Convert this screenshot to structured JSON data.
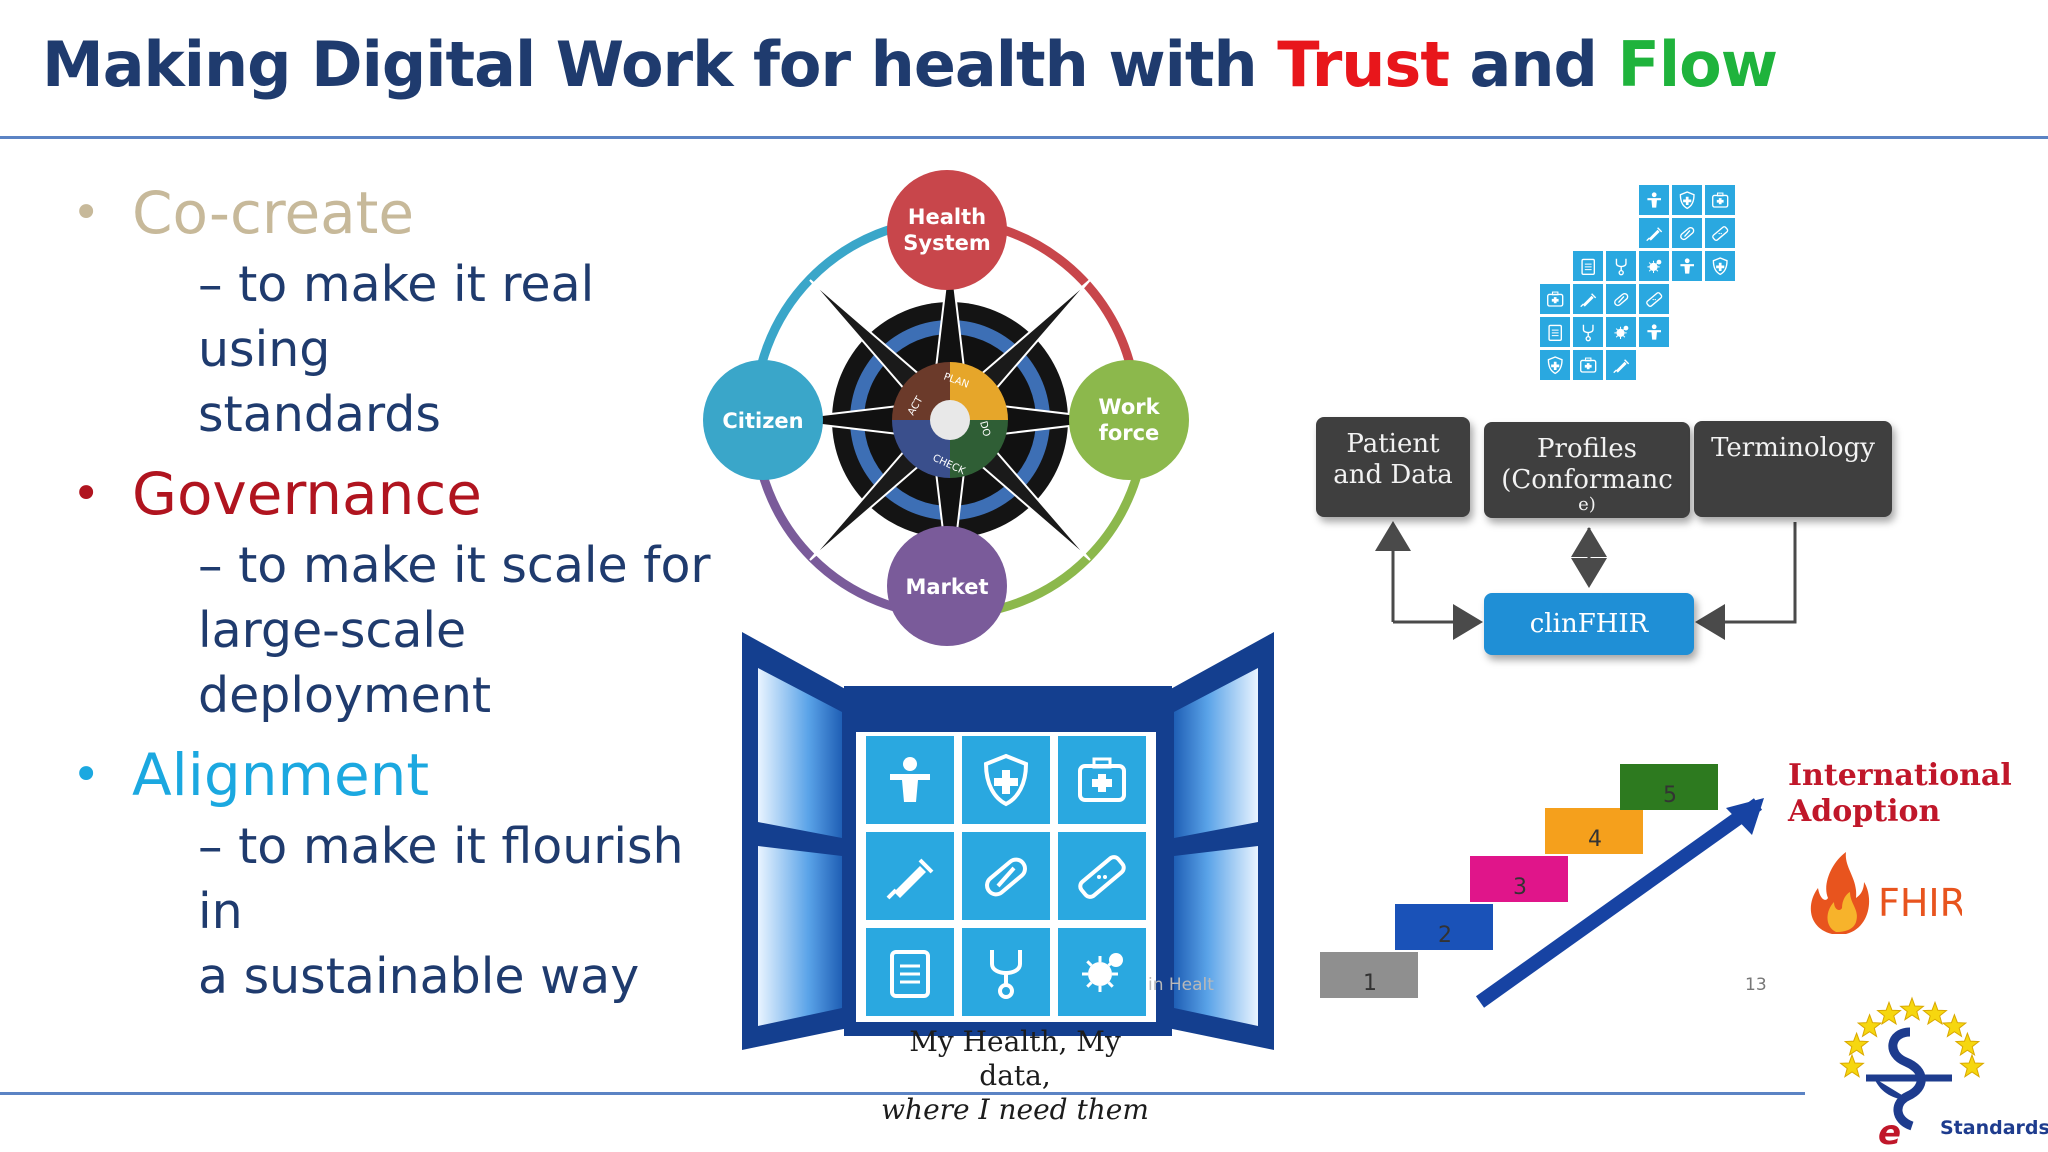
{
  "title": {
    "part1": "Making Digital Work for health with ",
    "trust": "Trust",
    "and": " and ",
    "flow": "Flow"
  },
  "bullets": [
    {
      "heading": "Co-create",
      "lines": [
        "– to make it real using",
        "standards"
      ]
    },
    {
      "heading": "Governance",
      "lines": [
        "– to make it scale for",
        "large-scale",
        "deployment"
      ]
    },
    {
      "heading": "Alignment",
      "lines": [
        "– to make it flourish in",
        "a sustainable way"
      ]
    }
  ],
  "compass": {
    "nodes": {
      "health_system": [
        "Health",
        "System"
      ],
      "citizen": "Citizen",
      "workforce": [
        "Work",
        "force"
      ],
      "market": "Market"
    },
    "pdca": {
      "plan": "PLAN",
      "do": "DO",
      "check": "CHECK",
      "act": "ACT"
    },
    "colors": {
      "health_system": "#c8464b",
      "citizen": "#3aa6c9",
      "workforce": "#8cb84c",
      "market": "#7a5b9a"
    }
  },
  "window_caption": {
    "line1": "My Health, My data,",
    "line2": "where I need them"
  },
  "faint_text": "in Healt",
  "flow": {
    "patient": [
      "Patient",
      "and Data"
    ],
    "profiles": [
      "Profiles",
      "(Conformanc",
      "e)"
    ],
    "terminology": "Terminology",
    "clinfhir": "clinFHIR"
  },
  "steps": {
    "labels": [
      "1",
      "2",
      "3",
      "4",
      "5"
    ],
    "colors": [
      "#8f8f8f",
      "#1a52b8",
      "#e0158a",
      "#f5a01c",
      "#2d7a1f"
    ]
  },
  "international": {
    "line1": "International",
    "line2": "Adoption"
  },
  "fhir_logo": "FHIR",
  "estandards_logo": {
    "e": "e",
    "text": "Standards"
  },
  "page_number": "13",
  "icon_names": [
    "person-icon",
    "shield-icon",
    "medkit-icon",
    "syringe-icon",
    "pill-icon",
    "bandage-icon",
    "clipboard-icon",
    "stethoscope-icon",
    "virus-icon"
  ]
}
